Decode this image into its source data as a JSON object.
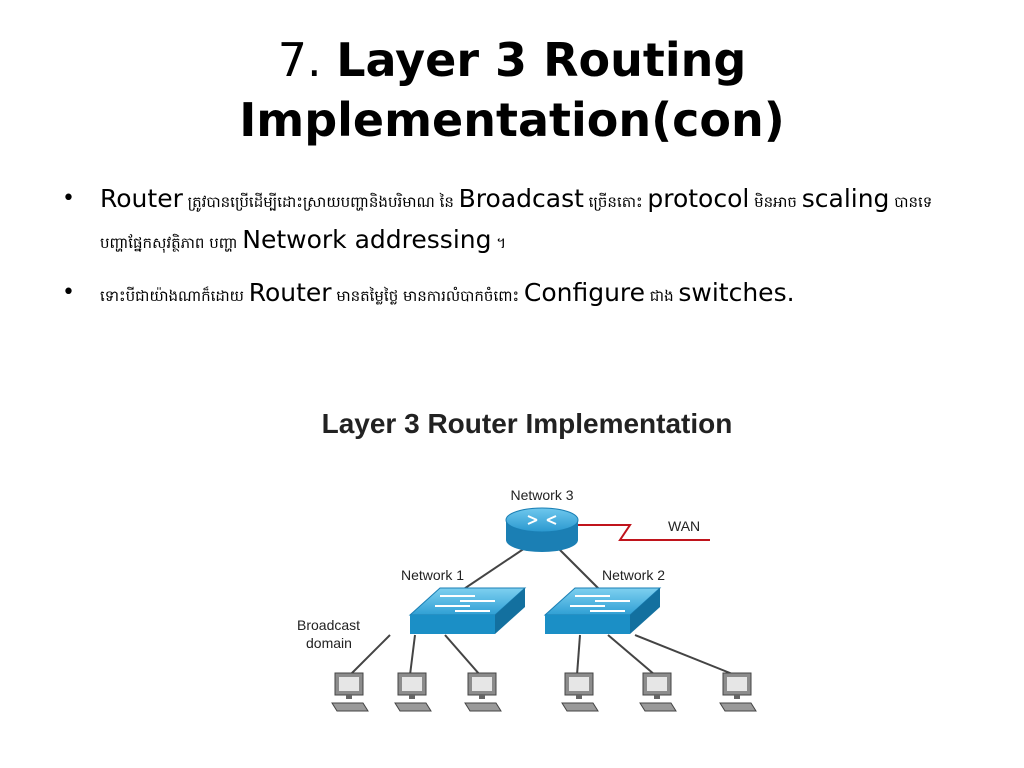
{
  "slide": {
    "title_number": "7.",
    "title_line1": "Layer 3 Routing",
    "title_line2": "Implementation(con)"
  },
  "bullets": [
    {
      "parts": [
        "Router",
        " ត្រូវបានប្រើដើម្បីដោះស្រាយបញ្ហានិងបរិមាណ នៃ ",
        "Broadcast",
        " ច្រើនតោះ ",
        "protocol",
        " មិនអាច ",
        "scaling",
        "  បានទេ បញ្ហាផ្នែកសុវត្ថិភាព បញ្ហា ",
        "Network addressing",
        " ។"
      ]
    },
    {
      "parts": [
        "ទោះបីជាយ៉ាងណាក៏ដោយ ",
        "Router",
        " មានតម្លៃថ្លៃ មានការលំបាកចំពោះ ",
        "Configure",
        " ជាង ",
        "switches."
      ]
    }
  ],
  "diagram": {
    "title": "Layer 3 Router Implementation",
    "network3": "Network 3",
    "wan": "WAN",
    "network1": "Network 1",
    "network2": "Network 2",
    "broadcast_line1": "Broadcast",
    "broadcast_line2": "domain",
    "colors": {
      "device_blue": "#1b8fc6",
      "device_top": "#5cc0e8",
      "wan_red": "#c0141c",
      "line": "#444444"
    }
  }
}
